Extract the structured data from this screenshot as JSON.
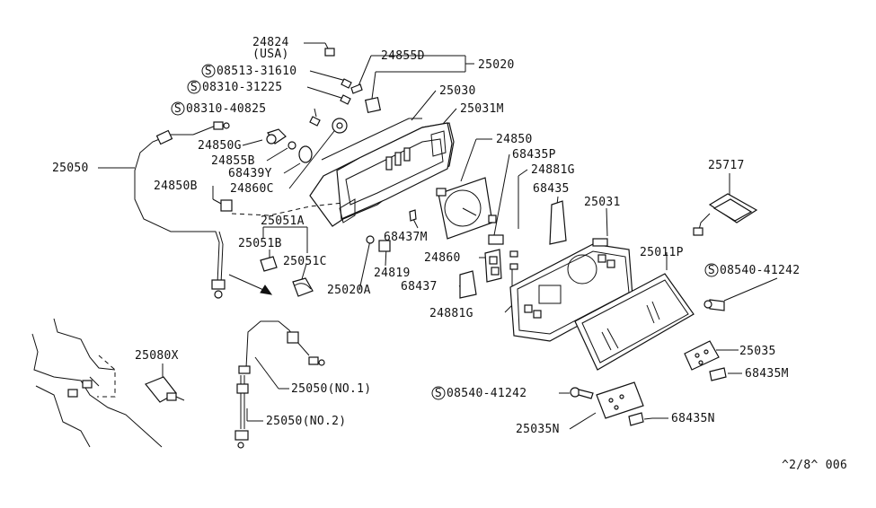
{
  "labels": {
    "p24824": "24824",
    "usa": "(USA)",
    "p24855d": "24855D",
    "p25020": "25020",
    "s1": "08513-31610",
    "s2": "08310-31225",
    "p25030": "25030",
    "s3": "08310-40825",
    "p25031m": "25031M",
    "p24850g": "24850G",
    "p24855b": "24855B",
    "p68439y": "68439Y",
    "p24860c": "24860C",
    "p25050": "25050",
    "p24850b": "24850B",
    "p24850": "24850",
    "p68435p": "68435P",
    "p24881g_top": "24881G",
    "p68435": "68435",
    "p25717": "25717",
    "p25031": "25031",
    "p25051a": "25051A",
    "p25051b": "25051B",
    "p25051c": "25051C",
    "p68437m": "68437M",
    "p24819": "24819",
    "p25020a": "25020A",
    "p24860": "24860",
    "p68437": "68437",
    "p24881g_bot": "24881G",
    "p25011p": "25011P",
    "s4": "08540-41242",
    "p25080x": "25080X",
    "p25035": "25035",
    "p68435m": "68435M",
    "p25050_no1": "25050(NO.1)",
    "s5": "08540-41242",
    "p25050_no2": "25050(NO.2)",
    "p25035n": "25035N",
    "p68435n": "68435N",
    "ref": "^2/8^ 006"
  },
  "s_symbol": "S"
}
